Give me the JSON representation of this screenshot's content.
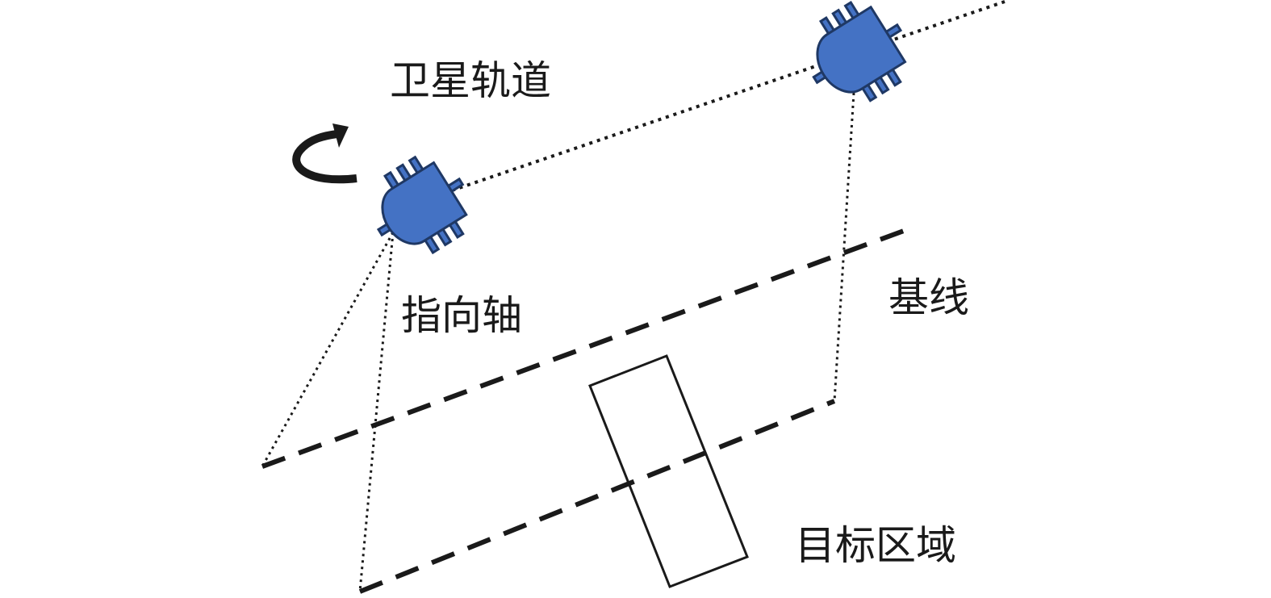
{
  "labels": {
    "orbit": "卫星轨道",
    "pointing_axis": "指向轴",
    "baseline": "基线",
    "target_area": "目标区域"
  },
  "colors": {
    "satellite_fill": "#4472c4",
    "satellite_stroke": "#1f3864",
    "line": "#1a1a1a"
  },
  "icons": {
    "satellite_a": "satellite-icon",
    "satellite_b": "satellite-icon",
    "rotation": "curved-arrow-icon"
  }
}
